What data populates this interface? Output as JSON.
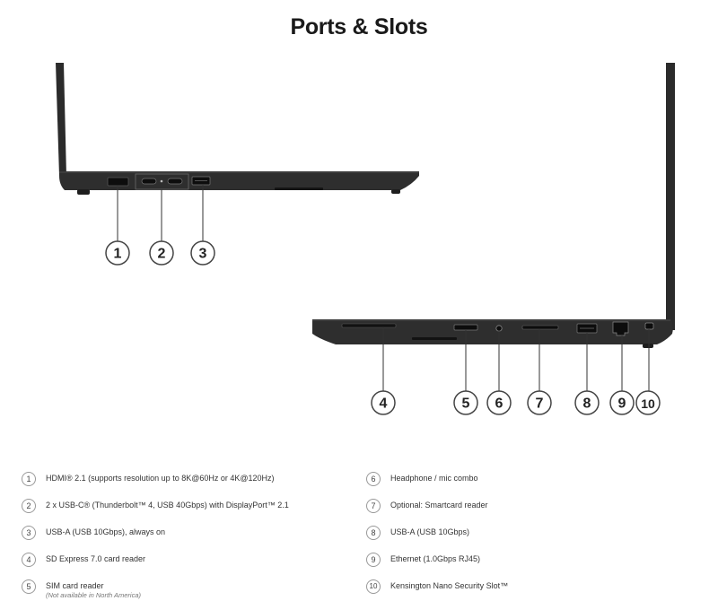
{
  "title": "Ports & Slots",
  "callouts": [
    "1",
    "2",
    "3",
    "4",
    "5",
    "6",
    "7",
    "8",
    "9",
    "10"
  ],
  "legend": [
    {
      "num": "1",
      "text": "HDMI® 2.1 (supports resolution up to 8K@60Hz or 4K@120Hz)",
      "note": ""
    },
    {
      "num": "2",
      "text": "2 x USB-C® (Thunderbolt™ 4, USB 40Gbps) with DisplayPort™ 2.1",
      "note": ""
    },
    {
      "num": "3",
      "text": "USB-A (USB 10Gbps), always on",
      "note": ""
    },
    {
      "num": "4",
      "text": "SD Express 7.0 card reader",
      "note": ""
    },
    {
      "num": "5",
      "text": "SIM card reader",
      "note": "(Not available in North America)"
    },
    {
      "num": "6",
      "text": "Headphone / mic combo",
      "note": ""
    },
    {
      "num": "7",
      "text": "Optional: Smartcard reader",
      "note": ""
    },
    {
      "num": "8",
      "text": "USB-A (USB 10Gbps)",
      "note": ""
    },
    {
      "num": "9",
      "text": "Ethernet (1.0Gbps RJ45)",
      "note": ""
    },
    {
      "num": "10",
      "text": "Kensington Nano Security Slot™",
      "note": ""
    }
  ]
}
